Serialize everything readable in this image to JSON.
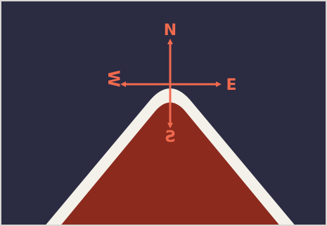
{
  "compass": {
    "north": "N",
    "south": "S",
    "east": "E",
    "west": "W"
  },
  "colors": {
    "background": "#2b2b42",
    "hill_fill": "#8c2a1e",
    "hill_outline": "#f4f1ea",
    "compass": "#f06a4e",
    "frame_border": "#d9d6d2"
  }
}
